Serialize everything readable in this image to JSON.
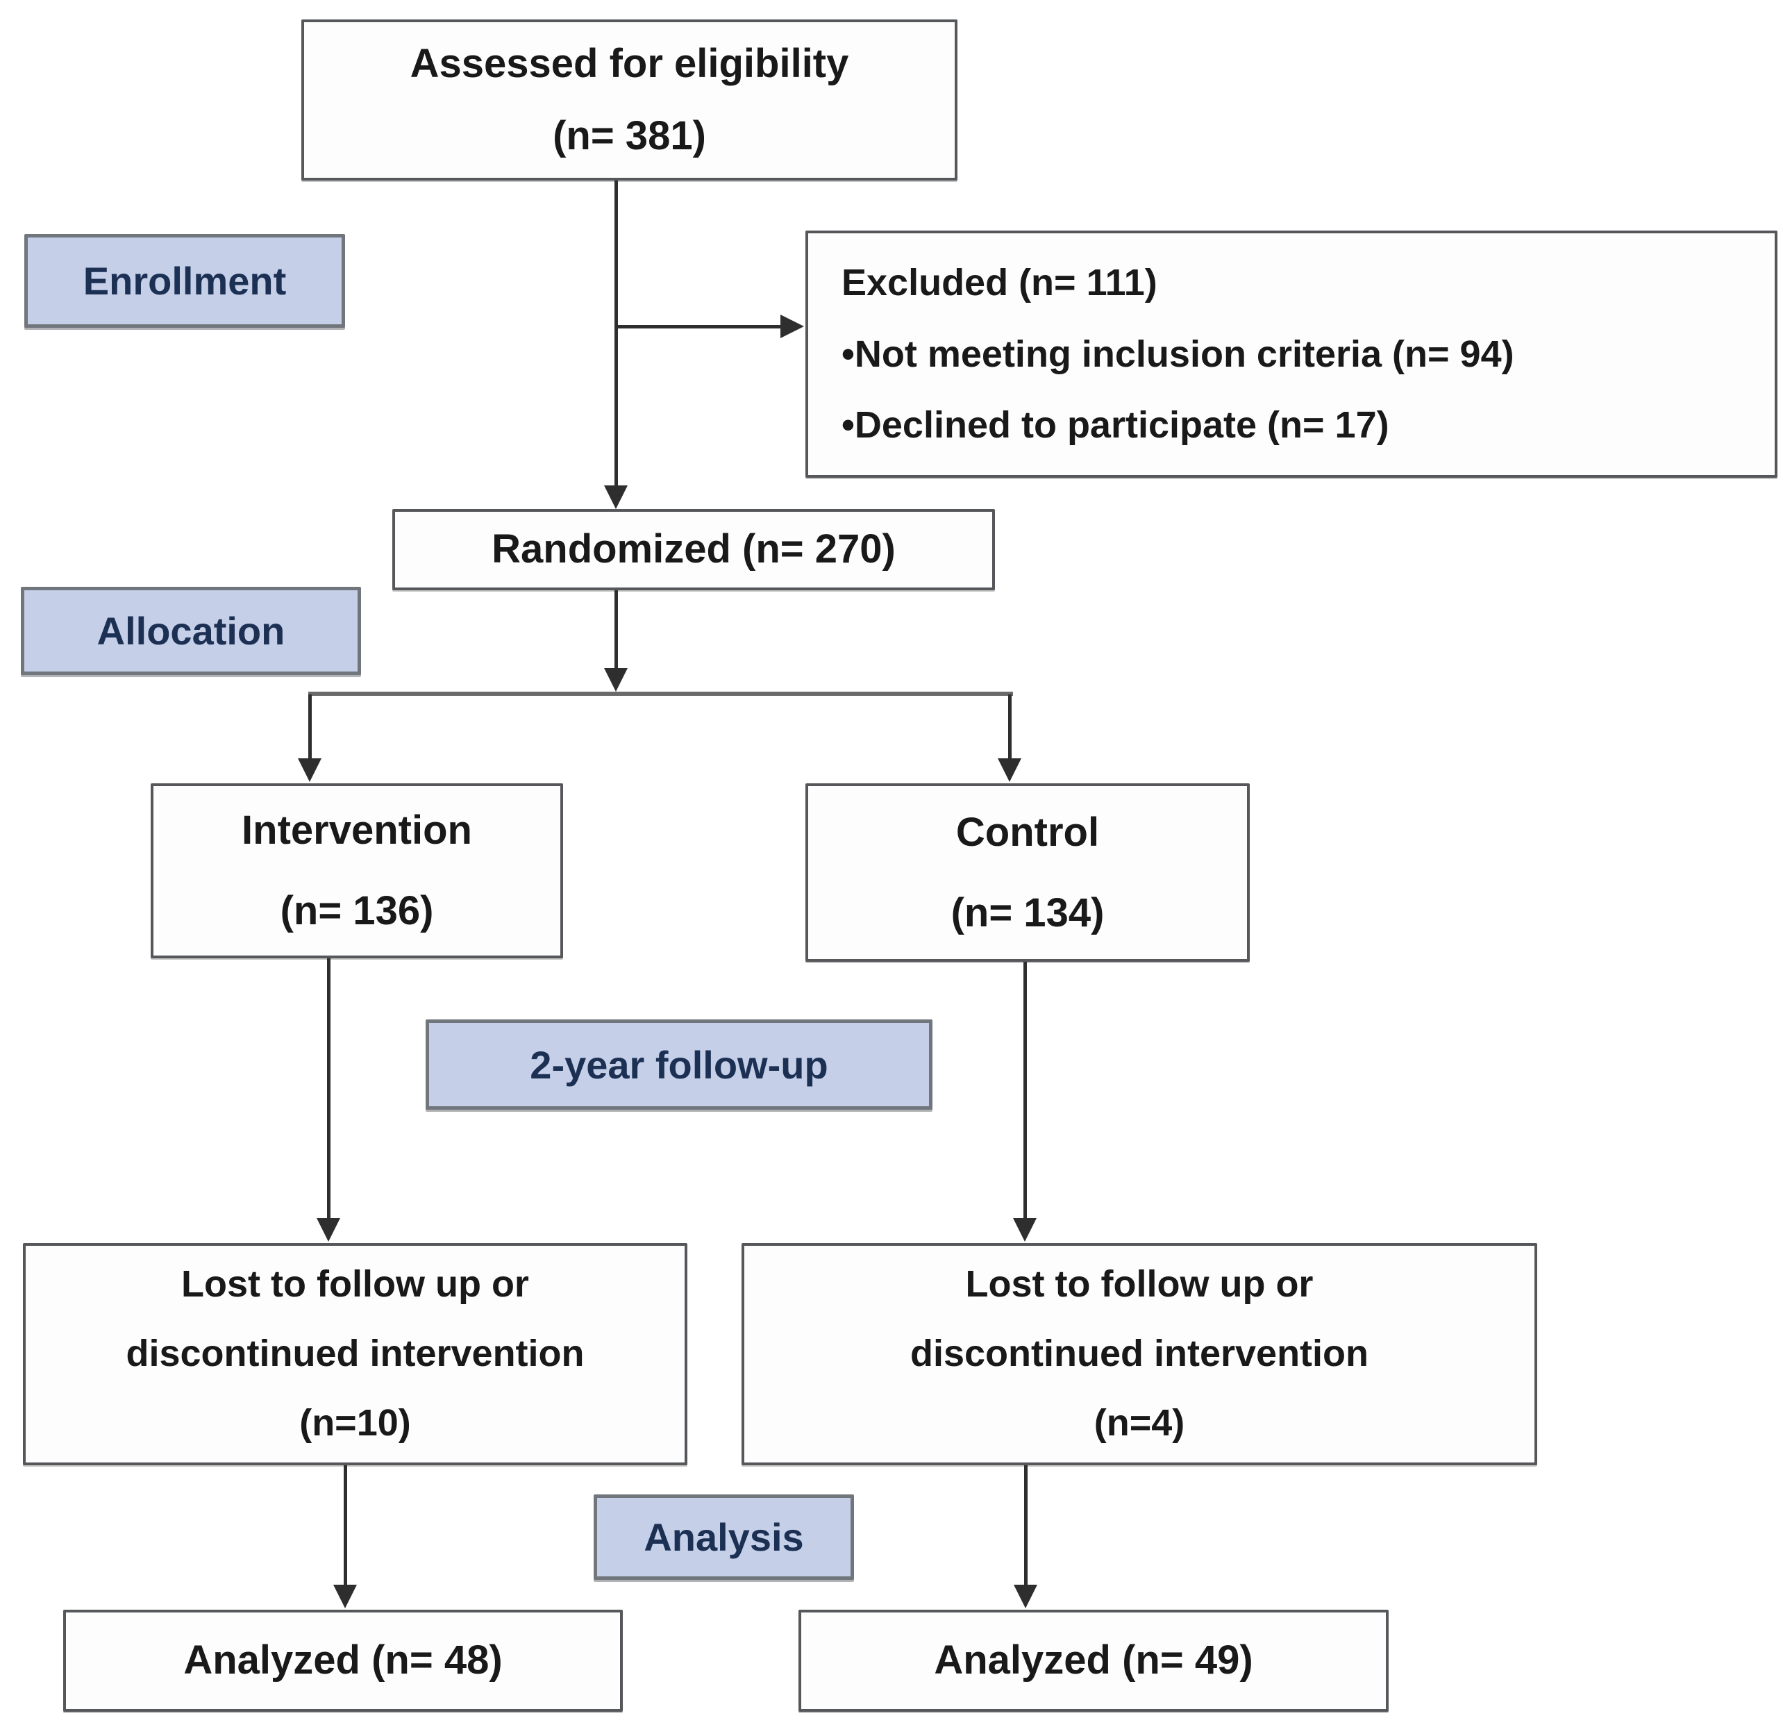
{
  "colors": {
    "canvas_bg": "#ffffff",
    "box_bg": "#fdfdfd",
    "box_border": "#55575a",
    "box_text": "#191919",
    "label_bg": "#c5cfe8",
    "label_border": "#71757c",
    "label_text": "#1c3054",
    "line_color": "#2e2e2e",
    "split_line_color": "#6a6a6a"
  },
  "stage_labels": {
    "enrollment": "Enrollment",
    "allocation": "Allocation",
    "followup": "2-year follow-up",
    "analysis": "Analysis"
  },
  "boxes": {
    "assessed": {
      "line1": "Assessed for eligibility",
      "line2": "(n= 381)"
    },
    "excluded": {
      "title": "Excluded (n= 111)",
      "items": [
        "•Not meeting inclusion criteria (n= 94)",
        "•Declined to participate (n= 17)"
      ]
    },
    "randomized": {
      "line1": "Randomized (n= 270)"
    },
    "intervention": {
      "line1": "Intervention",
      "line2": "(n= 136)"
    },
    "control": {
      "line1": "Control",
      "line2": "(n= 134)"
    },
    "lost_intervention": {
      "line1": "Lost to follow up or",
      "line2": "discontinued intervention",
      "line3": "(n=10)"
    },
    "lost_control": {
      "line1": "Lost to follow up or",
      "line2": "discontinued intervention",
      "line3": "(n=4)"
    },
    "analyzed_intervention": {
      "line1": "Analyzed (n= 48)"
    },
    "analyzed_control": {
      "line1": "Analyzed (n= 49)"
    }
  }
}
